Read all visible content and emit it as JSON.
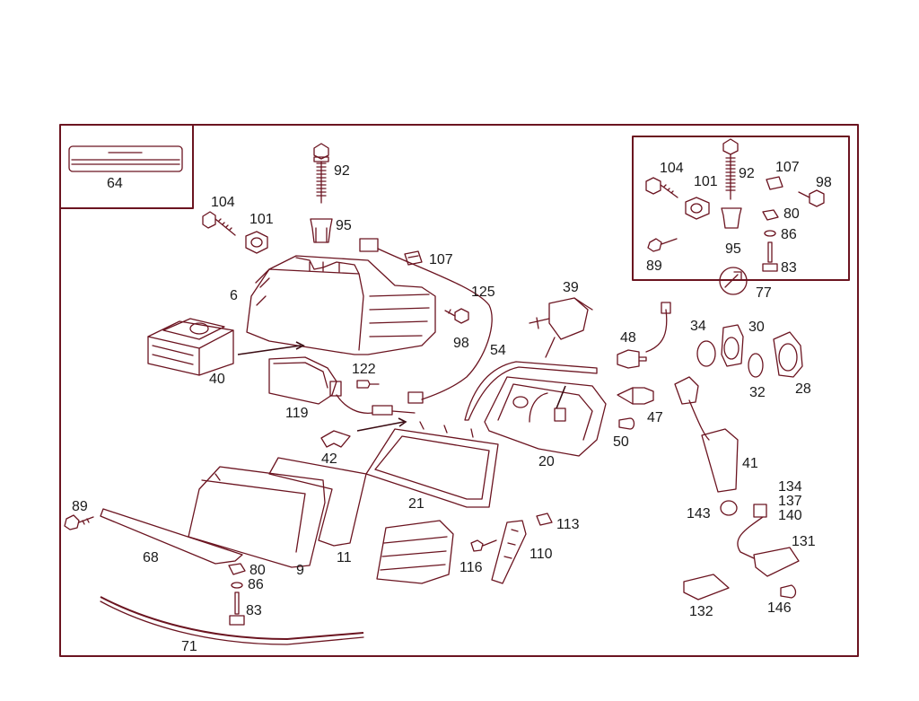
{
  "colors": {
    "line": "#6b1420",
    "text": "#1a1a1a",
    "background": "#ffffff"
  },
  "labels": {
    "l64": "64",
    "l92a": "92",
    "l95a": "95",
    "l104a": "104",
    "l101a": "101",
    "l107a": "107",
    "l125": "125",
    "l6": "6",
    "l98a": "98",
    "l39": "39",
    "l40": "40",
    "l122": "122",
    "l119": "119",
    "l54": "54",
    "l48": "48",
    "l34": "34",
    "l30": "30",
    "l32": "32",
    "l28": "28",
    "l47": "47",
    "l50": "50",
    "l20": "20",
    "l42": "42",
    "l21": "21",
    "l41": "41",
    "l134": "134",
    "l137": "137",
    "l140": "140",
    "l143": "143",
    "l89a": "89",
    "l68": "68",
    "l9": "9",
    "l11": "11",
    "l80a": "80",
    "l86a": "86",
    "l83a": "83",
    "l71": "71",
    "l113": "113",
    "l110": "110",
    "l116": "116",
    "l131": "131",
    "l132": "132",
    "l146": "146",
    "l104b": "104",
    "l92b": "92",
    "l107b": "107",
    "l98b": "98",
    "l101b": "101",
    "l80b": "80",
    "l86b": "86",
    "l95b": "95",
    "l89b": "89",
    "l83b": "83",
    "l77": "77"
  }
}
